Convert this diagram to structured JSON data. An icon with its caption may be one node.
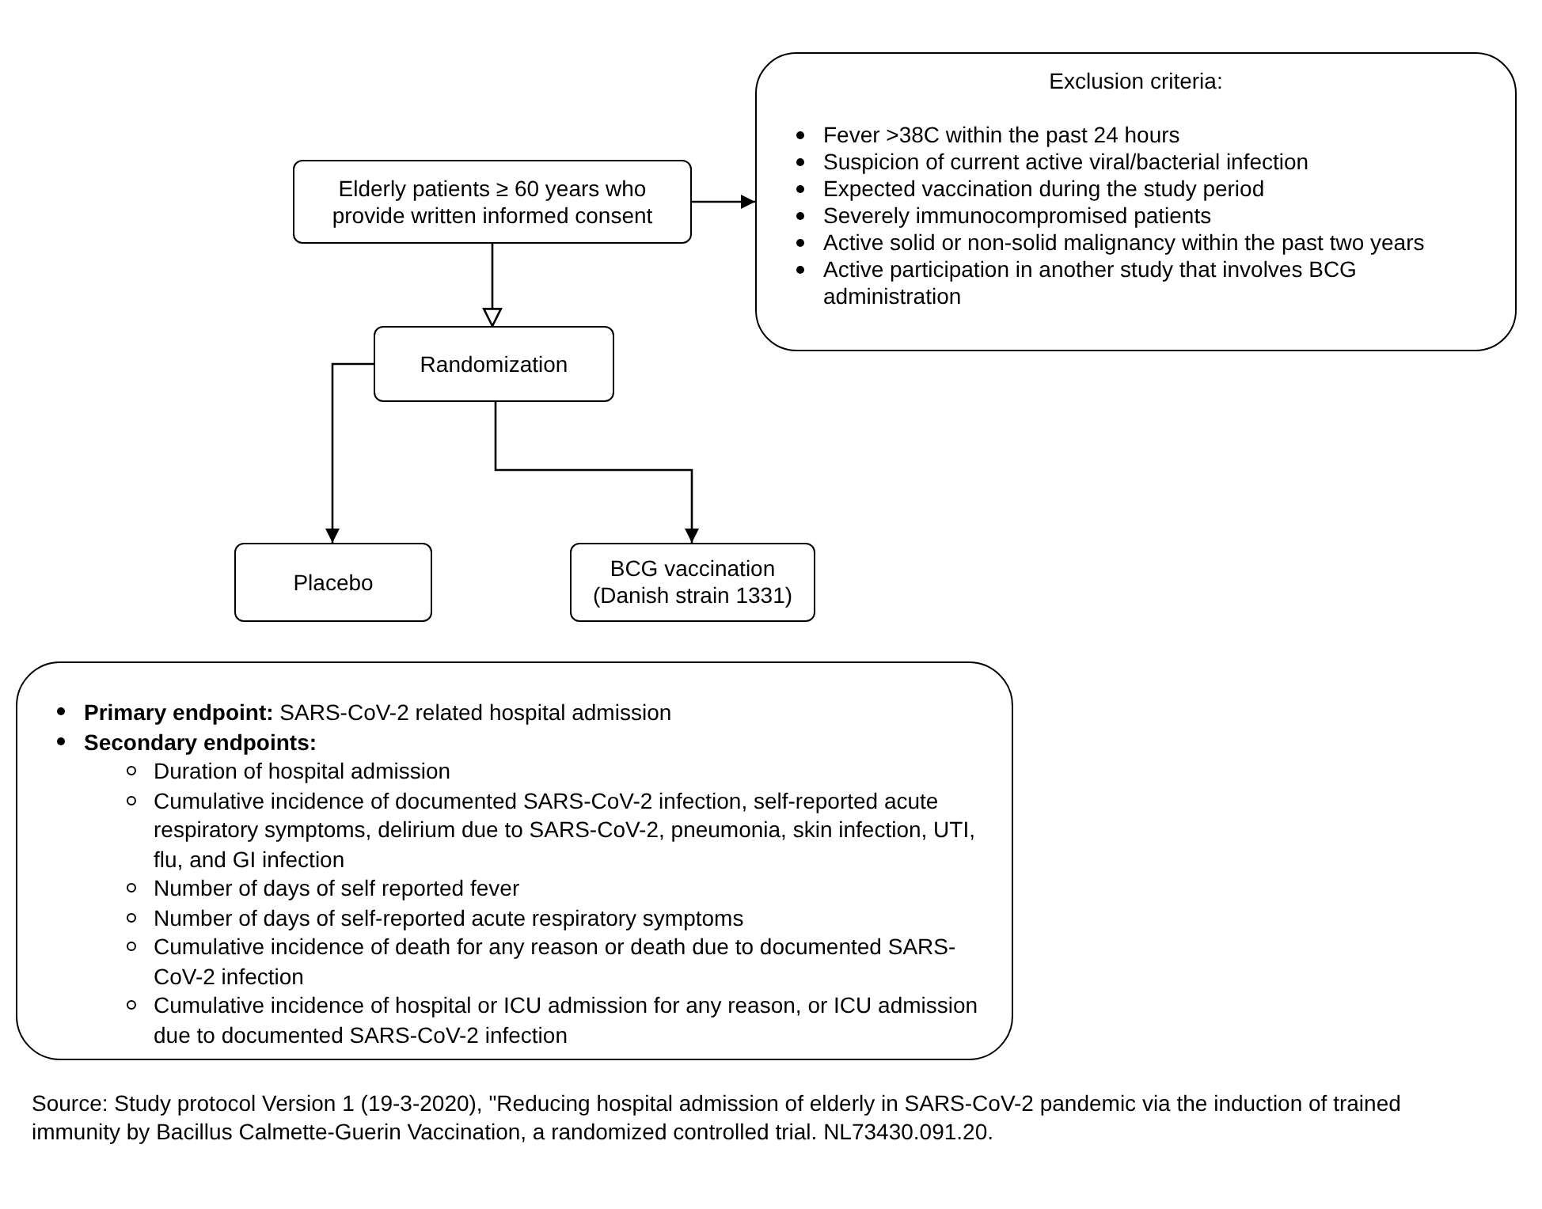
{
  "diagram": {
    "nodes": [
      {
        "text": [
          "Elderly patients ≥ 60 years who provide written informed consent"
        ]
      },
      {
        "text": [
          "Exclusion criteria:",
          "Fever >38C within the past 24 hours",
          "Suspicion of current active viral/bacterial infection",
          "Expected vaccination during the study period",
          "Severely immunocompromised patients",
          "Active solid or non-solid malignancy within the past two years",
          "Active participation in another study that involves BCG administration"
        ]
      },
      {
        "text": [
          "Randomization"
        ]
      },
      {
        "text": [
          "Placebo"
        ]
      },
      {
        "text": [
          "BCG vaccination (Danish strain 1331)"
        ]
      },
      {
        "text": [
          "**Primary endpoint:** SARS-CoV-2 related hospital admission",
          "**Secondary endpoints:**",
          "Duration of hospital admission",
          "Cumulative incidence of documented SARS-CoV-2 infection, self-reported acute respiratory symptoms, delirium due to SARS-CoV-2, pneumonia, skin infection, UTI, flu, and GI infection",
          "Number of days of self reported fever",
          "Number of days of self-reported acute respiratory symptoms",
          "Cumulative incidence of death for any reason or death due to documented SARS-CoV-2 infection",
          "Cumulative incidence of hospital or ICU admission for any reason, or ICU admission due to documented SARS-CoV-2 infection"
        ]
      }
    ],
    "edges": [
      {
        "from": 0,
        "to": 1,
        "arrow": "to"
      },
      {
        "from": 0,
        "to": 2,
        "arrow": "to"
      },
      {
        "from": 2,
        "to": 3,
        "arrow": "to"
      },
      {
        "from": 2,
        "to": 4,
        "arrow": "to"
      }
    ],
    "labels": [
      "Source: Study protocol Version 1 (19-3-2020), \"Reducing hospital admission of elderly in SARS-CoV-2 pandemic via the induction of trained immunity by Bacillus Calmette-Guerin Vaccination, a randomized controlled trial. NL73430.091.20."
    ]
  }
}
